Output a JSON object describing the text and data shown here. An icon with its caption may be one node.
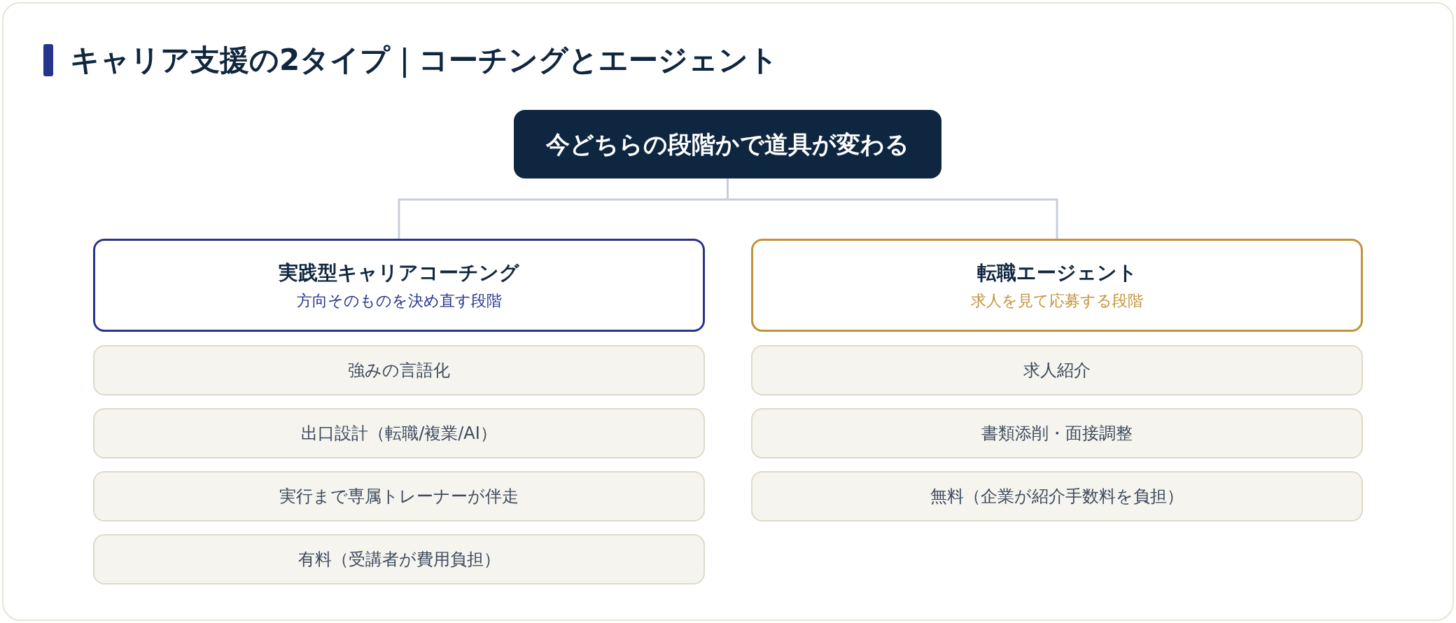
{
  "diagram": {
    "title": "キャリア支援の2タイプ｜コーチングとエージェント",
    "nodes": [
      {
        "text": [
          "今どちらの段階かで道具が変わる"
        ]
      },
      {
        "text": [
          "実践型キャリアコーチング",
          "方向そのものを決め直す段階"
        ]
      },
      {
        "text": [
          "強みの言語化"
        ]
      },
      {
        "text": [
          "出口設計（転職/複業/AI）"
        ]
      },
      {
        "text": [
          "実行まで専属トレーナーが伴走"
        ]
      },
      {
        "text": [
          "有料（受講者が費用負担）"
        ]
      },
      {
        "text": [
          "転職エージェント",
          "求人を見て応募する段階"
        ]
      },
      {
        "text": [
          "求人紹介"
        ]
      },
      {
        "text": [
          "書類添削・面接調整"
        ]
      },
      {
        "text": [
          "無料（企業が紹介手数料を負担）"
        ]
      }
    ],
    "edges": [
      {
        "from": 0,
        "to": 1,
        "arrow": "none"
      },
      {
        "from": 0,
        "to": 6,
        "arrow": "none"
      }
    ]
  }
}
